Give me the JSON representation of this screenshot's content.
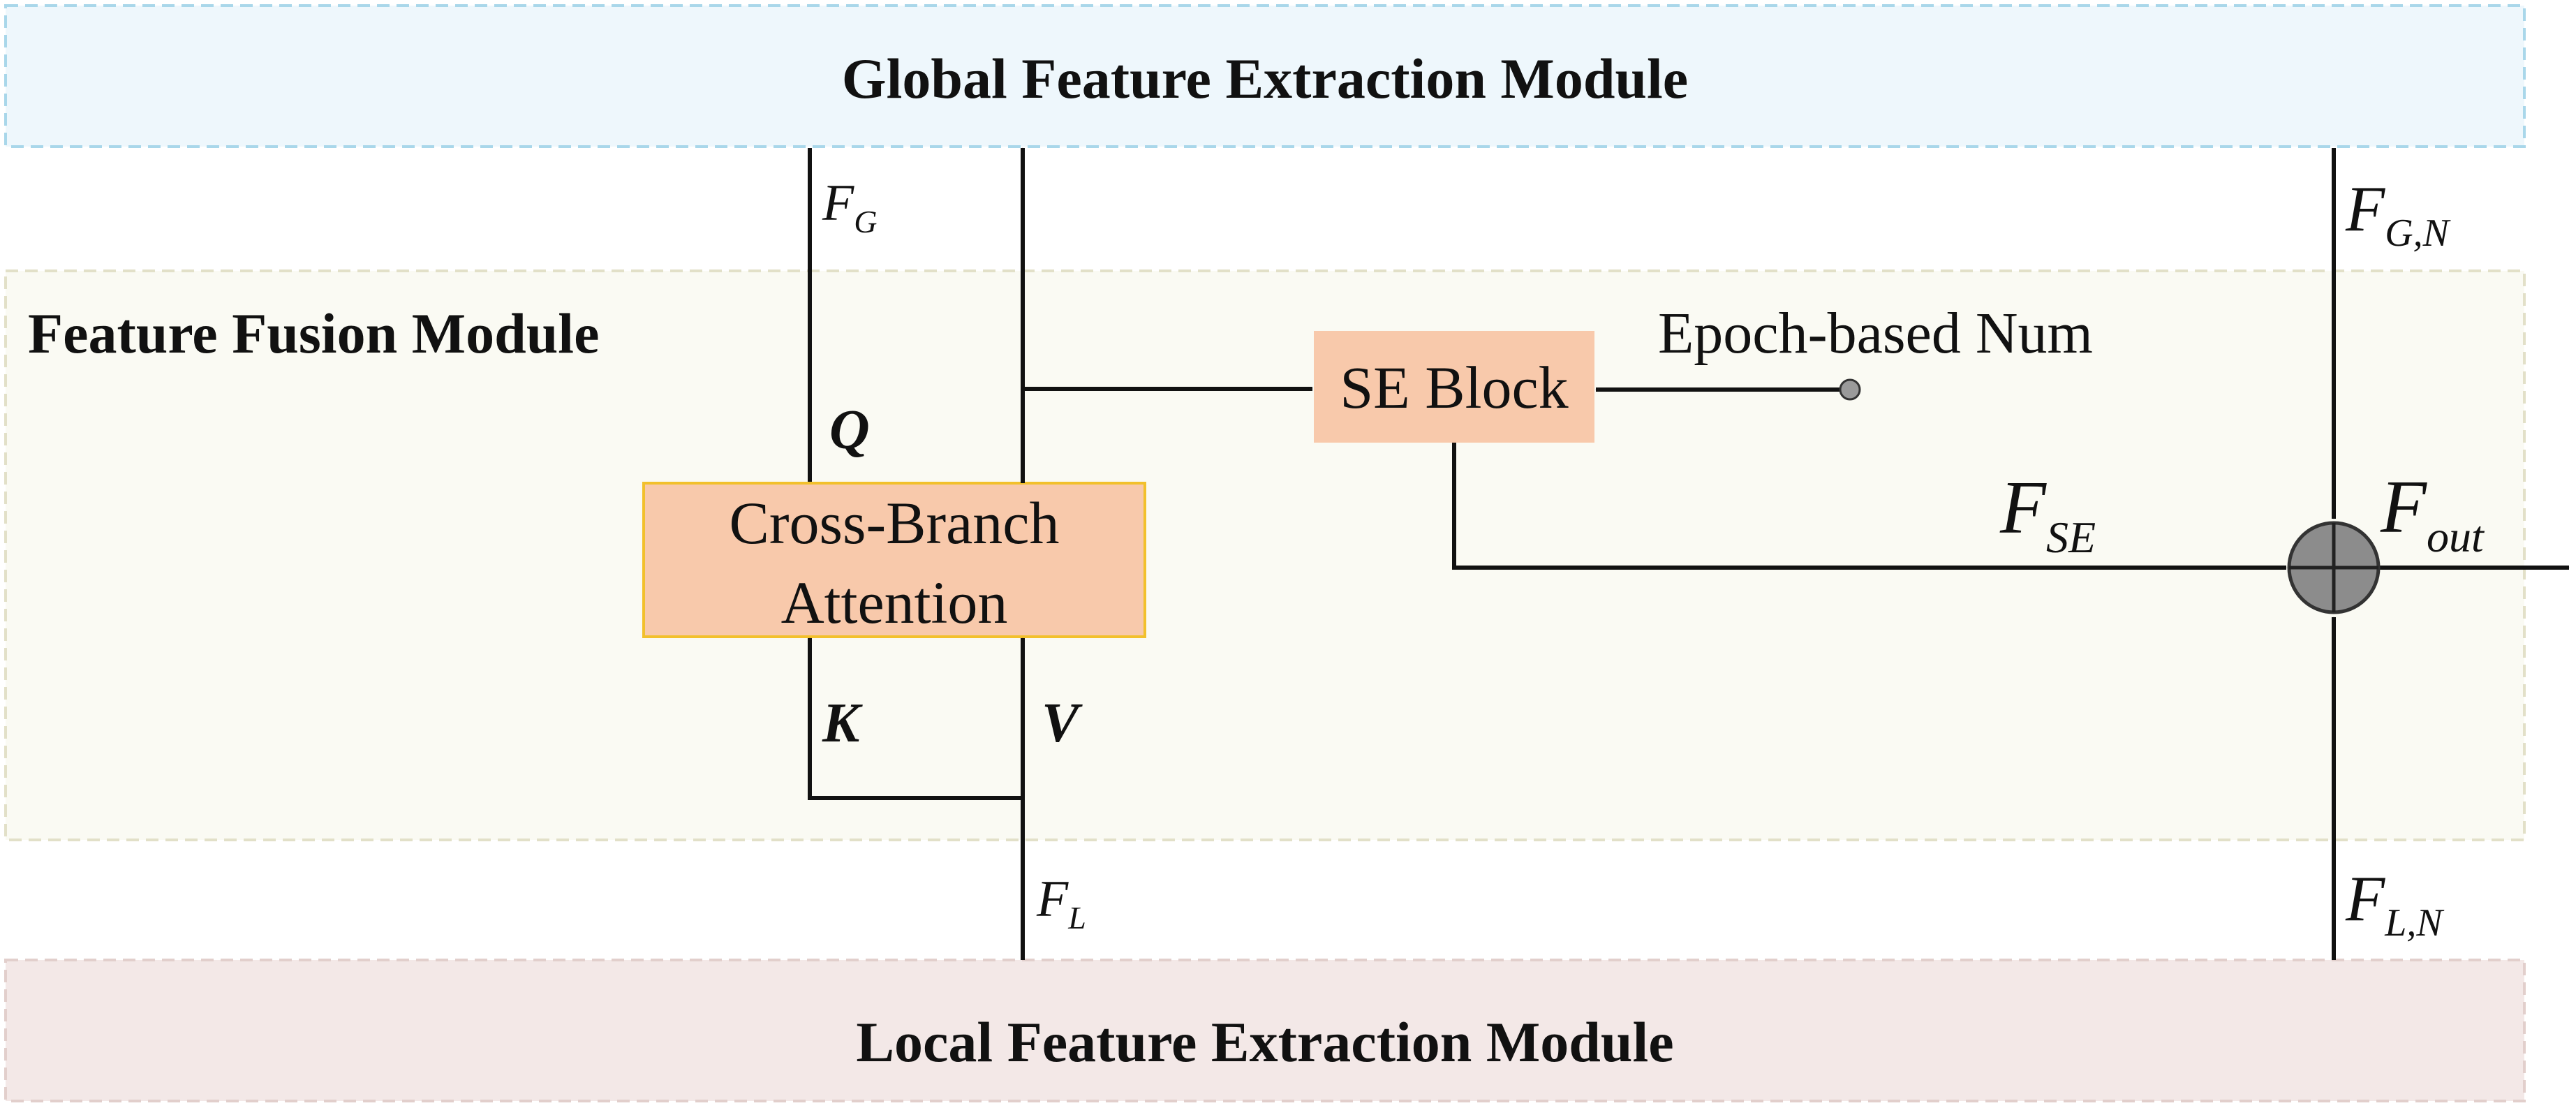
{
  "modules": {
    "global": {
      "label": "Global Feature Extraction Module",
      "fill": "#eef7fc",
      "border": "#a9d7ea"
    },
    "fusion": {
      "label": "Feature Fusion Module",
      "fill": "#fafaf3",
      "border": "#e2e0c8"
    },
    "local": {
      "label": "Local Feature Extraction Module",
      "fill": "#f3e8e7",
      "border": "#e2cfcc"
    }
  },
  "blocks": {
    "cross_branch": {
      "line1": "Cross-Branch",
      "line2": "Attention",
      "fill": "#f8c9ab",
      "border": "#f2c02c"
    },
    "se_block": {
      "label": "SE Block",
      "fill": "#f8c9ab"
    }
  },
  "inputs": {
    "epoch_num": "Epoch-based Num"
  },
  "signals": {
    "fg": {
      "main": "F",
      "sub": "G"
    },
    "fl": {
      "main": "F",
      "sub": "L"
    },
    "fgn": {
      "main": "F",
      "sub": "G,N"
    },
    "fln": {
      "main": "F",
      "sub": "L,N"
    },
    "fse": {
      "main": "F",
      "sub": "SE"
    },
    "fout": {
      "main": "F",
      "sub": "out"
    },
    "q": "Q",
    "k": "K",
    "v": "V"
  },
  "colors": {
    "sum_node": "#8c8c8c",
    "wire": "#111111"
  }
}
